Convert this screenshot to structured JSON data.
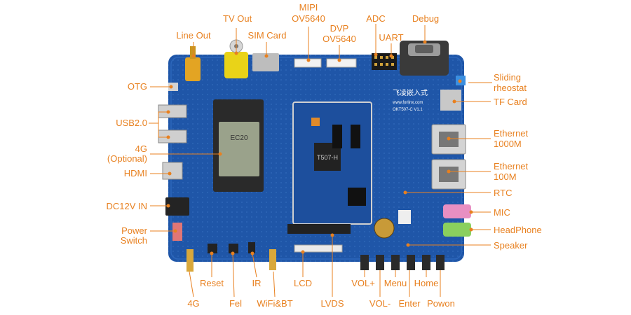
{
  "labels": {
    "tv_out": "TV Out",
    "mipi": "MIPI",
    "mipi_cam": "OV5640",
    "adc": "ADC",
    "debug": "Debug",
    "line_out": "Line Out",
    "sim_card": "SIM Card",
    "dvp": "DVP",
    "dvp_cam": "OV5640",
    "uart": "UART",
    "otg": "OTG",
    "usb": "USB2.0",
    "g4_opt": "4G",
    "g4_opt2": "(Optional)",
    "hdmi": "HDMI",
    "dc_in": "DC12V IN",
    "power_sw": "Power",
    "power_sw2": "Switch",
    "sliding": "Sliding",
    "sliding2": "rheostat",
    "tf_card": "TF Card",
    "eth1000": "Ethernet",
    "eth1000b": "1000M",
    "eth100": "Ethernet",
    "eth100b": "100M",
    "rtc": "RTC",
    "mic": "MIC",
    "headphone": "HeadPhone",
    "speaker": "Speaker",
    "reset": "Reset",
    "ir": "IR",
    "lcd": "LCD",
    "vol_plus": "VOL+",
    "menu": "Menu",
    "home": "Home",
    "g4_ant": "4G",
    "fel": "Fel",
    "wifi_bt": "WiFi&BT",
    "lvds": "LVDS",
    "vol_minus": "VOL-",
    "enter": "Enter",
    "powon": "Powon"
  },
  "board": {
    "brand": "飞凌嵌入式",
    "website": "www.forlinx.com",
    "model": "OKT507-C V1.1",
    "module_label": "EC20",
    "som_label": "T507-H"
  },
  "colors": {
    "label": "#e8801f",
    "leader": "#e8801f",
    "pcb": "#1f56a8",
    "pcb_dark": "#173f7f"
  }
}
